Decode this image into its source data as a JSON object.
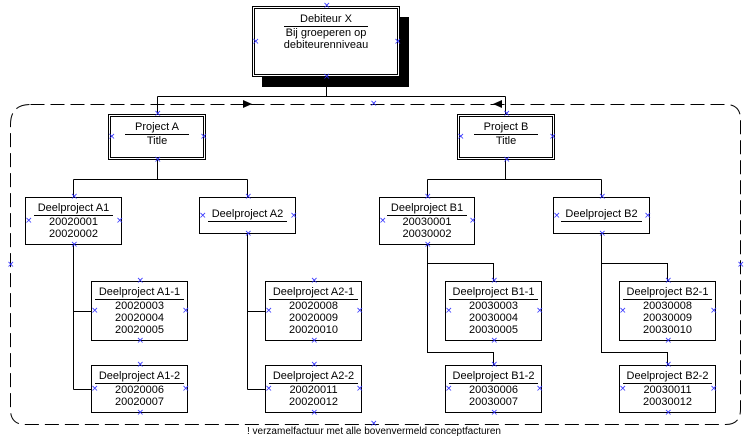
{
  "root": {
    "title": "Debiteur X",
    "lines": [
      "Bij groeperen op",
      "debiteurenniveau"
    ]
  },
  "projects": [
    {
      "title": "Project A",
      "lines": [
        "Title"
      ]
    },
    {
      "title": "Project B",
      "lines": [
        "Title"
      ]
    }
  ],
  "subprojects": [
    {
      "title": "Deelproject A1",
      "lines": [
        "20020001",
        "20020002"
      ]
    },
    {
      "title": "Deelproject A2",
      "lines": []
    },
    {
      "title": "Deelproject B1",
      "lines": [
        "20030001",
        "20030002"
      ]
    },
    {
      "title": "Deelproject B2",
      "lines": []
    }
  ],
  "leaves": [
    {
      "title": "Deelproject A1-1",
      "lines": [
        "20020003",
        "20020004",
        "20020005"
      ]
    },
    {
      "title": "Deelproject A1-2",
      "lines": [
        "20020006",
        "20020007"
      ]
    },
    {
      "title": "Deelproject A2-1",
      "lines": [
        "20020008",
        "20020009",
        "20020010"
      ]
    },
    {
      "title": "Deelproject A2-2",
      "lines": [
        "20020011",
        "20020012"
      ]
    },
    {
      "title": "Deelproject B1-1",
      "lines": [
        "20030003",
        "20030004",
        "20030005"
      ]
    },
    {
      "title": "Deelproject B1-2",
      "lines": [
        "20030006",
        "20030007"
      ]
    },
    {
      "title": "Deelproject B2-1",
      "lines": [
        "20030008",
        "20030009",
        "20030010"
      ]
    },
    {
      "title": "Deelproject B2-2",
      "lines": [
        "20030011",
        "20030012"
      ]
    }
  ],
  "footnote": "! verzamelfactuur met alle bovenvermeld conceptfacturen",
  "colors": {
    "line": "#000000",
    "handle": "#2b2bff",
    "background": "#ffffff",
    "shadow": "#000000"
  }
}
